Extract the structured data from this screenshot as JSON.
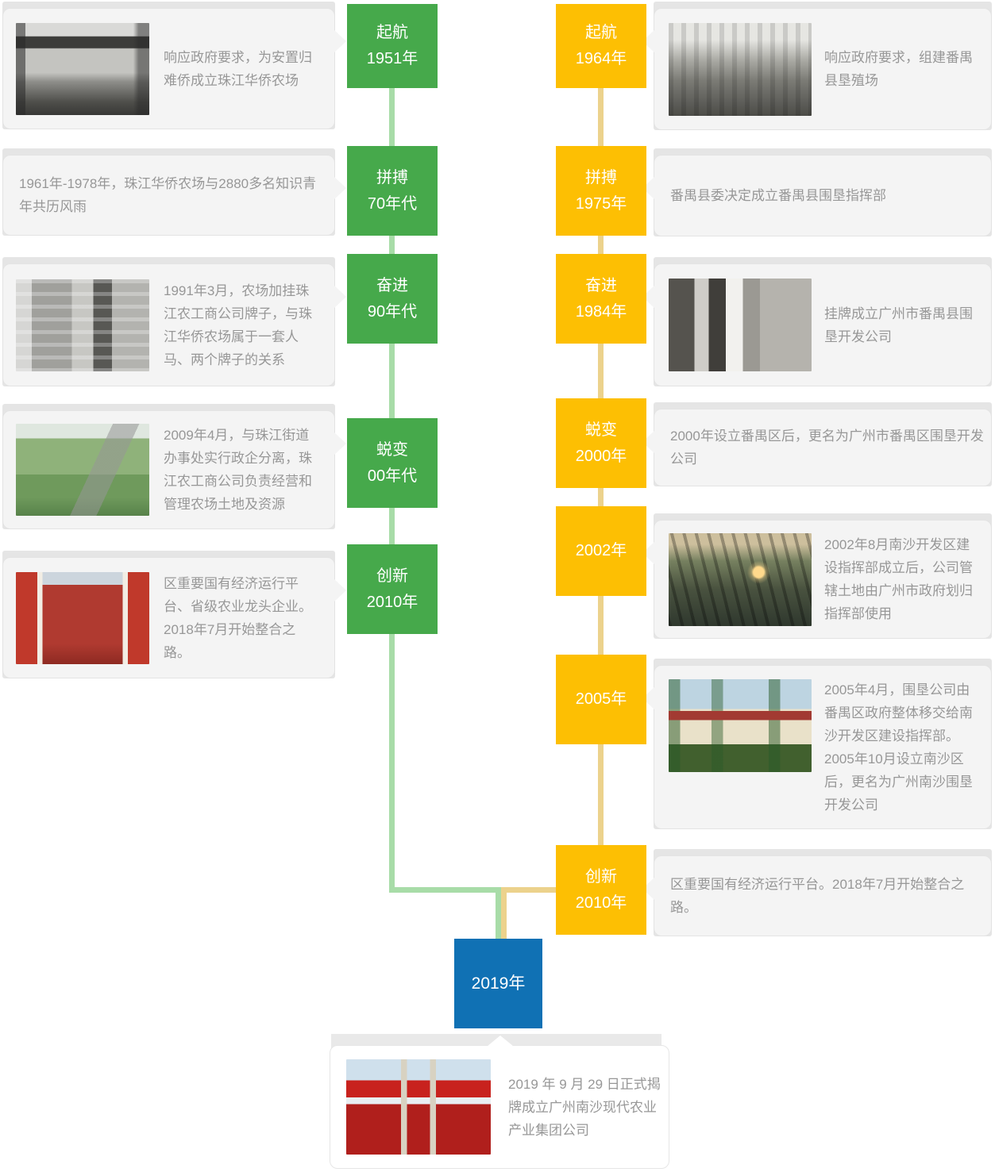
{
  "colors": {
    "green": "#46A94B",
    "green_connector": "#A8DCA8",
    "yellow": "#FDBF03",
    "yellow_connector": "#ECD28C",
    "blue": "#1071B4",
    "card_background": "#F4F4F4",
    "card_shadow": "#E5E5E5",
    "card_text": "#979797"
  },
  "left": {
    "nodes": [
      {
        "stage": "起航",
        "year": "1951年",
        "text": "响应政府要求，为安置归难侨成立珠江华侨农场",
        "photo": "bw-pearl-river-farm-exhibition-crowd"
      },
      {
        "stage": "拼搏",
        "year": "70年代",
        "text": "1961年-1978年，珠江华侨农场与2880多名知识青年共历风雨"
      },
      {
        "stage": "奋进",
        "year": "90年代",
        "text": "1991年3月，农场加挂珠江农工商公司牌子，与珠江华侨农场属于一套人马、两个牌子的关系",
        "photo": "bw-office-building-gate"
      },
      {
        "stage": "蜕变",
        "year": "00年代",
        "text": "2009年4月，与珠江街道办事处实行政企分离，珠江农工商公司负责经营和管理农场土地及资源",
        "photo": "aerial-zhujiang-street-view"
      },
      {
        "stage": "创新",
        "year": "2010年",
        "text": "区重要国有经济运行平台、省级农业龙头企业。2018年7月开始整合之路。",
        "photo": "red-plaque-unveiling-ceremony"
      }
    ]
  },
  "right": {
    "nodes": [
      {
        "stage": "起航",
        "year": "1964年",
        "text": "响应政府要求，组建番禺县垦殖场",
        "photo": "bw-mudflat-reclamation-workers"
      },
      {
        "stage": "拼搏",
        "year": "1975年",
        "text": "番禺县委决定成立番禺县围垦指挥部"
      },
      {
        "stage": "奋进",
        "year": "1984年",
        "text": "挂牌成立广州市番禺县围垦开发公司",
        "photo": "bw-company-nameplate-doorway"
      },
      {
        "stage": "蜕变",
        "year": "2000年",
        "text": "2000年设立番禺区后，更名为广州市番禺区围垦开发公司"
      },
      {
        "year": "2002年",
        "text": "2002年8月南沙开发区建设指挥部成立后，公司管辖土地由广州市政府划归指挥部使用",
        "photo": "aerial-reclaimed-fields-sunset"
      },
      {
        "year": "2005年",
        "text": "2005年4月，围垦公司由番禺区政府整体移交给南沙开发区建设指挥部。2005年10月设立南沙区后，更名为广州南沙围垦开发公司",
        "photo": "nansha-weiken-headquarters-building"
      },
      {
        "stage": "创新",
        "year": "2010年",
        "text": "区重要国有经济运行平台。2018年7月开始整合之路。"
      }
    ]
  },
  "merge": {
    "year": "2019年",
    "text": "2019 年 9 月 29 日正式揭牌成立广州南沙现代农业产业集团公司",
    "photo": "unveiling-ceremony-red-banner"
  }
}
